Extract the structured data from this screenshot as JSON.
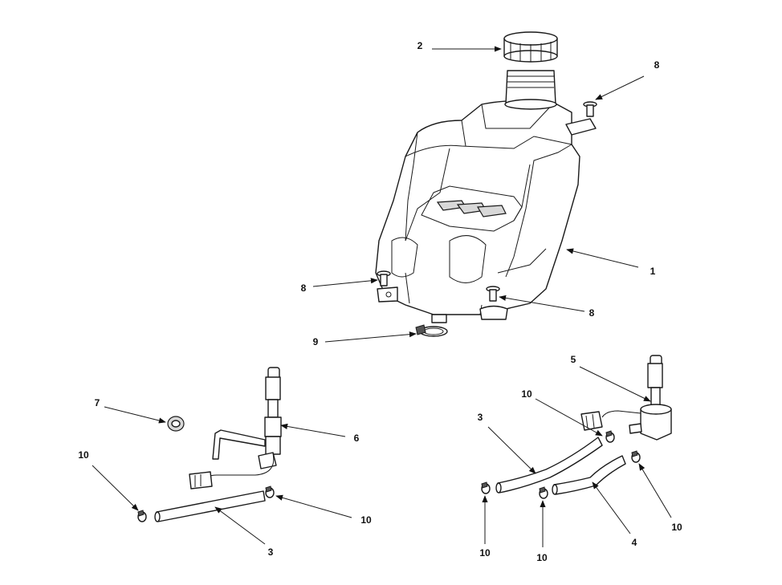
{
  "callouts": [
    {
      "id": "c-2-cap",
      "text": "2"
    },
    {
      "id": "c-8-top",
      "text": "8"
    },
    {
      "id": "c-1-tank",
      "text": "1"
    },
    {
      "id": "c-8-left",
      "text": "8"
    },
    {
      "id": "c-8-bottom",
      "text": "8"
    },
    {
      "id": "c-9-clamp",
      "text": "9"
    },
    {
      "id": "c-7-grommet",
      "text": "7"
    },
    {
      "id": "c-6-valve",
      "text": "6"
    },
    {
      "id": "c-10-left-top",
      "text": "10"
    },
    {
      "id": "c-10-left-mid",
      "text": "10"
    },
    {
      "id": "c-3-left",
      "text": "3"
    },
    {
      "id": "c-5-valve",
      "text": "5"
    },
    {
      "id": "c-10-right-top",
      "text": "10"
    },
    {
      "id": "c-3-right",
      "text": "3"
    },
    {
      "id": "c-10-right-far",
      "text": "10"
    },
    {
      "id": "c-10-right-b1",
      "text": "10"
    },
    {
      "id": "c-10-right-b2",
      "text": "10"
    },
    {
      "id": "c-4-hose",
      "text": "4"
    }
  ]
}
